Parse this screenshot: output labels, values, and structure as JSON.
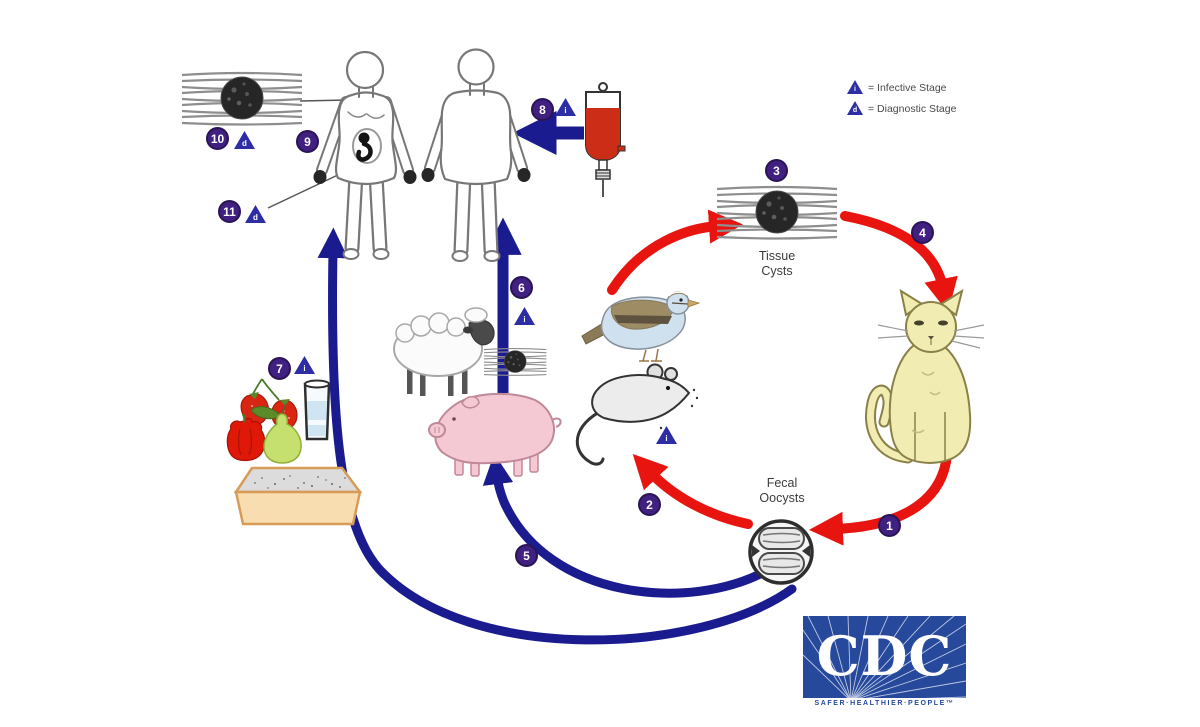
{
  "legend": {
    "infective_symbol": "i",
    "infective_label": "= Infective Stage",
    "diagnostic_symbol": "d",
    "diagnostic_label": "= Diagnostic Stage"
  },
  "labels": {
    "tissue_cysts_line1": "Tissue",
    "tissue_cysts_line2": "Cysts",
    "fecal_oocysts_line1": "Fecal",
    "fecal_oocysts_line2": "Oocysts"
  },
  "markers": {
    "m1": "1",
    "m2": "2",
    "m3": "3",
    "m4": "4",
    "m5": "5",
    "m6": "6",
    "m7": "7",
    "m8": "8",
    "m9": "9",
    "m10": "10",
    "m11": "11"
  },
  "triangles": {
    "t6": "i",
    "t7": "i",
    "t8": "i",
    "t10": "d",
    "t11": "d",
    "t_mouse": "i"
  },
  "logo": {
    "acronym": "CDC",
    "tagline": "SAFER·HEALTHIER·PEOPLE™"
  },
  "icons": [
    "human-female-figure",
    "human-male-figure",
    "cat-icon",
    "pig-icon",
    "sheep-icon",
    "mouse-icon",
    "bird-icon",
    "tissue-cyst-icon",
    "fecal-oocyst-icon",
    "blood-bag-icon",
    "water-glass-icon",
    "strawberries-icon",
    "bell-pepper-icon",
    "pear-icon",
    "litter-box-icon",
    "infective-stage-triangle-icon",
    "diagnostic-stage-triangle-icon"
  ],
  "colors": {
    "cycle_red": "#e8140f",
    "cycle_blue": "#1b1b90",
    "marker_purple": "#402080",
    "stage_triangle_blue": "#2d2da5",
    "logo_blue": "#26499c",
    "blood_red": "#cc2d16"
  }
}
